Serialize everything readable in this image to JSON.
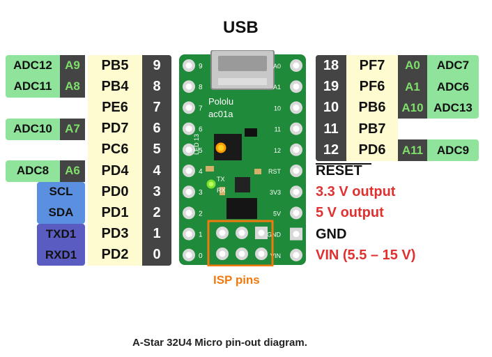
{
  "title_usb": "USB",
  "left": {
    "rows": [
      {
        "adc": "ADC12",
        "a": "A9",
        "port": "PB5",
        "num": "9"
      },
      {
        "adc": "ADC11",
        "a": "A8",
        "port": "PB4",
        "num": "8"
      },
      {
        "adc": "",
        "a": "",
        "port": "PE6",
        "num": "7"
      },
      {
        "adc": "ADC10",
        "a": "A7",
        "port": "PD7",
        "num": "6"
      },
      {
        "adc": "",
        "a": "",
        "port": "PC6",
        "num": "5"
      },
      {
        "adc": "ADC8",
        "a": "A6",
        "port": "PD4",
        "num": "4"
      },
      {
        "func": "SCL",
        "port": "PD0",
        "num": "3"
      },
      {
        "func": "SDA",
        "port": "PD1",
        "num": "2"
      },
      {
        "func": "TXD1",
        "port": "PD3",
        "num": "1"
      },
      {
        "func": "RXD1",
        "port": "PD2",
        "num": "0"
      }
    ]
  },
  "right": {
    "rows": [
      {
        "num": "18",
        "port": "PF7",
        "a": "A0",
        "adc": "ADC7"
      },
      {
        "num": "19",
        "port": "PF6",
        "a": "A1",
        "adc": "ADC6"
      },
      {
        "num": "10",
        "port": "PB6",
        "a": "A10",
        "adc": "ADC13"
      },
      {
        "num": "11",
        "port": "PB7",
        "a": "",
        "adc": ""
      },
      {
        "num": "12",
        "port": "PD6",
        "a": "A11",
        "adc": "ADC9"
      }
    ],
    "power": [
      {
        "label": "RESET",
        "color": "#111111"
      },
      {
        "label": "3.3 V output",
        "color": "#e03030"
      },
      {
        "label": "5 V output",
        "color": "#e03030"
      },
      {
        "label": "GND",
        "color": "#111111"
      },
      {
        "label": "VIN (5.5 – 15 V)",
        "color": "#e03030"
      }
    ]
  },
  "board": {
    "silk_pololu": "Pololu",
    "silk_model": "ac01a",
    "silk_led13": "LED 13",
    "silk_tx": "TX",
    "silk_rx": "RX",
    "silk_left_nums": [
      "9",
      "8",
      "7",
      "6",
      "5",
      "4",
      "3",
      "2",
      "1",
      "0"
    ],
    "silk_right_labels": [
      "A0",
      "A1",
      "10",
      "11",
      "12",
      "RST",
      "3V3",
      "5V",
      "GND",
      "VIN"
    ]
  },
  "isp_label": "ISP pins",
  "caption": "A-Star 32U4 Micro pin-out diagram.",
  "colors": {
    "green": "#8fe39a",
    "dark": "#444444",
    "cream": "#fffbd0",
    "blue": "#5b8fe0",
    "purple": "#5b5cc2",
    "orange": "#f07a10",
    "red": "#e03030",
    "board": "#1f8a3a"
  }
}
